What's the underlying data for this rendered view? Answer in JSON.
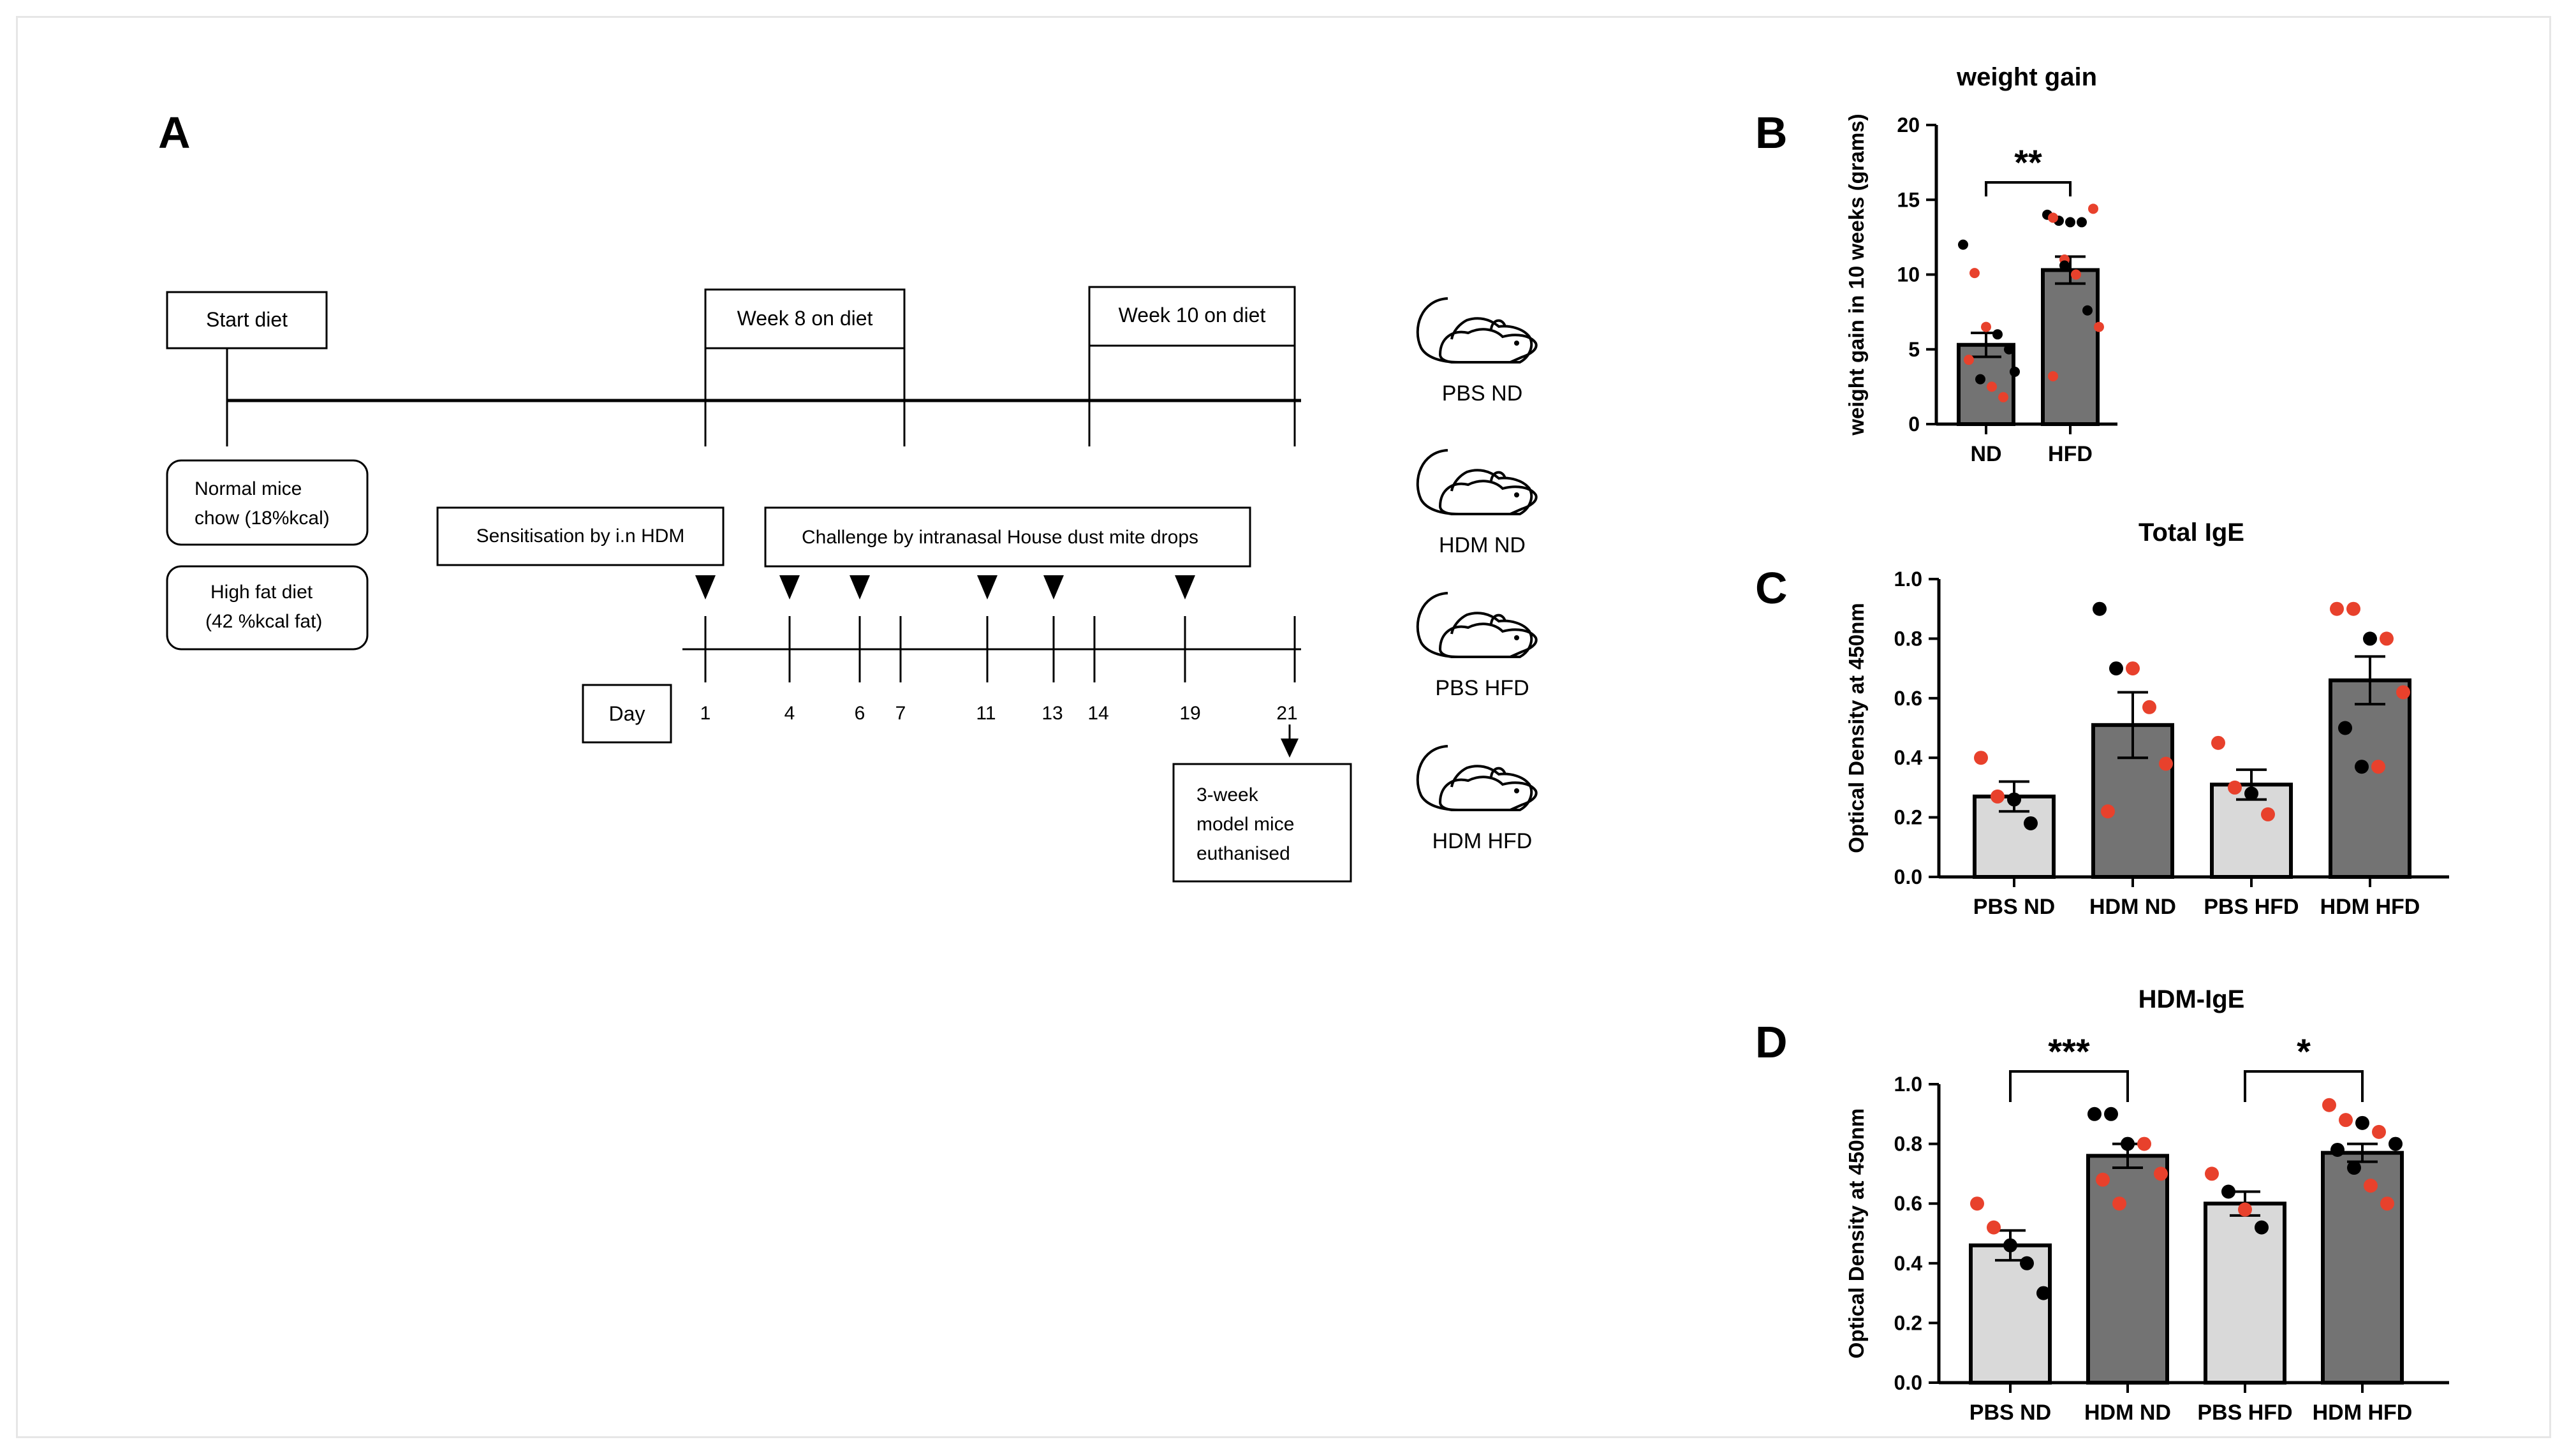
{
  "panel_labels": {
    "a": "A",
    "b": "B",
    "c": "C",
    "d": "D"
  },
  "timeline": {
    "start_diet": "Start diet",
    "week8": "Week 8 on diet",
    "week10": "Week 10 on diet",
    "normal_chow_1": "Normal mice",
    "normal_chow_2": "chow (18%kcal)",
    "high_fat_1": "High fat diet",
    "high_fat_2": "(42 %kcal fat)",
    "sensitisation": "Sensitisation by i.n HDM",
    "challenge": "Challenge by intranasal House dust mite drops",
    "day_label": "Day",
    "days": [
      "1",
      "4",
      "6",
      "7",
      "11",
      "13",
      "14",
      "19",
      "21"
    ],
    "euthanised_1": "3-week",
    "euthanised_2": "model mice",
    "euthanised_3": "euthanised"
  },
  "mouse_groups": [
    "PBS ND",
    "HDM ND",
    "PBS HFD",
    "HDM HFD"
  ],
  "icons": [
    "mouse-icon"
  ],
  "colors": {
    "black_points": "#000000",
    "red_points": "#e8412c",
    "light_bar": "#d9d9d9",
    "dark_bar": "#737373"
  },
  "chart_data": [
    {
      "panel": "B",
      "type": "bar",
      "title": "weight gain",
      "ylabel": "weight gain in 10 weeks (grams)",
      "xlabel": "",
      "ylim": [
        0,
        20
      ],
      "yticks": [
        "0",
        "5",
        "10",
        "15",
        "20"
      ],
      "categories": [
        "ND",
        "HFD"
      ],
      "values": [
        5.3,
        10.3
      ],
      "sem": [
        0.8,
        0.9
      ],
      "significance": [
        {
          "from": 0,
          "to": 1,
          "label": "**"
        }
      ],
      "points": [
        [
          {
            "v": 12.0,
            "c": "k"
          },
          {
            "v": 10.1,
            "c": "r"
          },
          {
            "v": 6.5,
            "c": "r"
          },
          {
            "v": 6.0,
            "c": "k"
          },
          {
            "v": 5.0,
            "c": "k"
          },
          {
            "v": 4.3,
            "c": "r"
          },
          {
            "v": 3.0,
            "c": "k"
          },
          {
            "v": 2.5,
            "c": "r"
          },
          {
            "v": 1.8,
            "c": "r"
          },
          {
            "v": 3.5,
            "c": "k"
          }
        ],
        [
          {
            "v": 14.0,
            "c": "k"
          },
          {
            "v": 13.6,
            "c": "k"
          },
          {
            "v": 13.5,
            "c": "k"
          },
          {
            "v": 13.5,
            "c": "k"
          },
          {
            "v": 14.4,
            "c": "r"
          },
          {
            "v": 13.8,
            "c": "r"
          },
          {
            "v": 11.0,
            "c": "r"
          },
          {
            "v": 10.0,
            "c": "r"
          },
          {
            "v": 7.6,
            "c": "k"
          },
          {
            "v": 6.5,
            "c": "r"
          },
          {
            "v": 3.2,
            "c": "r"
          },
          {
            "v": 10.6,
            "c": "k"
          }
        ]
      ]
    },
    {
      "panel": "C",
      "type": "bar",
      "title": "Total IgE",
      "ylabel": "Optical Density at 450nm",
      "xlabel": "",
      "ylim": [
        0,
        1.0
      ],
      "yticks": [
        "0.0",
        "0.2",
        "0.4",
        "0.6",
        "0.8",
        "1.0"
      ],
      "categories": [
        "PBS ND",
        "HDM ND",
        "PBS HFD",
        "HDM HFD"
      ],
      "values": [
        0.27,
        0.51,
        0.31,
        0.66
      ],
      "sem": [
        0.05,
        0.11,
        0.05,
        0.08
      ],
      "significance": [],
      "points": [
        [
          {
            "v": 0.4,
            "c": "r"
          },
          {
            "v": 0.27,
            "c": "r"
          },
          {
            "v": 0.26,
            "c": "k"
          },
          {
            "v": 0.18,
            "c": "k"
          }
        ],
        [
          {
            "v": 0.9,
            "c": "k"
          },
          {
            "v": 0.7,
            "c": "k"
          },
          {
            "v": 0.7,
            "c": "r"
          },
          {
            "v": 0.57,
            "c": "r"
          },
          {
            "v": 0.38,
            "c": "r"
          },
          {
            "v": 0.22,
            "c": "r"
          }
        ],
        [
          {
            "v": 0.45,
            "c": "r"
          },
          {
            "v": 0.3,
            "c": "r"
          },
          {
            "v": 0.28,
            "c": "k"
          },
          {
            "v": 0.21,
            "c": "r"
          }
        ],
        [
          {
            "v": 0.9,
            "c": "r"
          },
          {
            "v": 0.9,
            "c": "r"
          },
          {
            "v": 0.8,
            "c": "k"
          },
          {
            "v": 0.8,
            "c": "r"
          },
          {
            "v": 0.62,
            "c": "r"
          },
          {
            "v": 0.5,
            "c": "k"
          },
          {
            "v": 0.37,
            "c": "k"
          },
          {
            "v": 0.37,
            "c": "r"
          }
        ]
      ]
    },
    {
      "panel": "D",
      "type": "bar",
      "title": "HDM-IgE",
      "ylabel": "Optical Density at 450nm",
      "xlabel": "",
      "ylim": [
        0,
        1.0
      ],
      "yticks": [
        "0.0",
        "0.2",
        "0.4",
        "0.6",
        "0.8",
        "1.0"
      ],
      "categories": [
        "PBS ND",
        "HDM ND",
        "PBS HFD",
        "HDM HFD"
      ],
      "values": [
        0.46,
        0.76,
        0.6,
        0.77
      ],
      "sem": [
        0.05,
        0.04,
        0.04,
        0.03
      ],
      "significance": [
        {
          "from": 0,
          "to": 1,
          "label": "***"
        },
        {
          "from": 2,
          "to": 3,
          "label": "*"
        }
      ],
      "points": [
        [
          {
            "v": 0.6,
            "c": "r"
          },
          {
            "v": 0.52,
            "c": "r"
          },
          {
            "v": 0.46,
            "c": "k"
          },
          {
            "v": 0.4,
            "c": "k"
          },
          {
            "v": 0.3,
            "c": "k"
          }
        ],
        [
          {
            "v": 0.9,
            "c": "k"
          },
          {
            "v": 0.9,
            "c": "k"
          },
          {
            "v": 0.8,
            "c": "k"
          },
          {
            "v": 0.8,
            "c": "r"
          },
          {
            "v": 0.7,
            "c": "r"
          },
          {
            "v": 0.68,
            "c": "r"
          },
          {
            "v": 0.6,
            "c": "r"
          }
        ],
        [
          {
            "v": 0.7,
            "c": "r"
          },
          {
            "v": 0.64,
            "c": "k"
          },
          {
            "v": 0.58,
            "c": "r"
          },
          {
            "v": 0.52,
            "c": "k"
          }
        ],
        [
          {
            "v": 0.93,
            "c": "r"
          },
          {
            "v": 0.88,
            "c": "r"
          },
          {
            "v": 0.87,
            "c": "k"
          },
          {
            "v": 0.84,
            "c": "r"
          },
          {
            "v": 0.8,
            "c": "k"
          },
          {
            "v": 0.78,
            "c": "k"
          },
          {
            "v": 0.72,
            "c": "k"
          },
          {
            "v": 0.66,
            "c": "r"
          },
          {
            "v": 0.6,
            "c": "r"
          }
        ]
      ]
    }
  ]
}
